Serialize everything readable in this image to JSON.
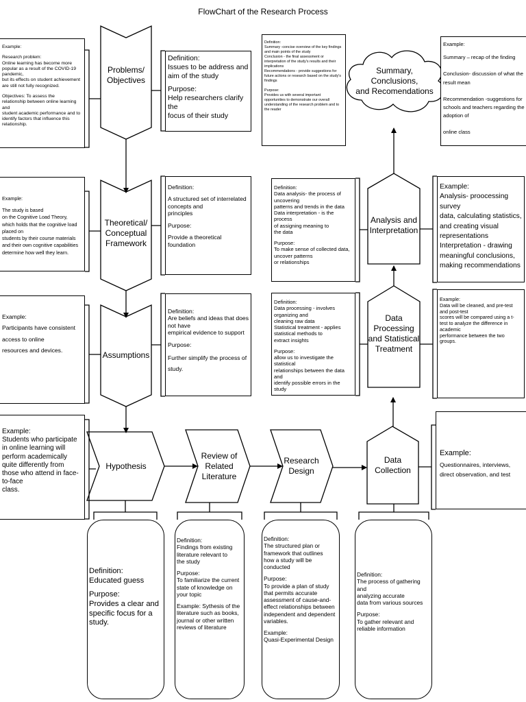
{
  "title": "FlowChart of the Research Process",
  "steps": {
    "problems": "Problems/\nObjectives",
    "theoretical": "Theoretical/\nConceptual\nFramework",
    "assumptions": "Assumptions",
    "hypothesis": "Hypothesis",
    "review": "Review of\nRelated\nLiterature",
    "design": "Research\nDesign",
    "collection": "Data\nCollection",
    "processing": "Data\nProcessing\nand Statistical\nTreatment",
    "analysis": "Analysis and\nInterpretation",
    "summary": "Summary,\nConclusions,\nand Recomendations"
  },
  "problems": {
    "example": {
      "title": "Example:",
      "problem_label": "Research problem:",
      "problem_text": "Online learning has become more\npopular as a result of the COVID-19\npandemic,\nbut its effects on student achievement\nare still not fully recognized.",
      "objectives": "Objectives: To assess the\nrelationship between online learning and\nstudent academic performance and to\nidentify factors that influence this\nrelationship."
    },
    "def": {
      "definition_label": "Definition:",
      "definition_text": "Issues to be address and\naim of the study",
      "purpose_label": "Purpose:",
      "purpose_text": "Help researchers clarify the\nfocus of their study"
    }
  },
  "theoretical": {
    "example": {
      "title": "Example:",
      "text": "The study is based\non the Cognitive Load Theory,\nwhich holds that the cognitive load\nplaced on\nstudents by their course materials\nand their own cognitive capabilities\ndetermine how well they learn."
    },
    "def": {
      "definition_label": "Definition:",
      "definition_text": "A structured set of interrelated\nconcepts and\nprinciples",
      "purpose_label": "Purpose:",
      "purpose_text": "Provide a theoretical foundation"
    }
  },
  "assumptions": {
    "example": {
      "title": "Example:",
      "text": "Participants have consistent\naccess to online\nresources and devices."
    },
    "def": {
      "definition_label": "Definition:",
      "definition_text": "Are beliefs and ideas that does\nnot have\nempirical evidence to support",
      "purpose_label": "Purpose:",
      "purpose_text": "Further simplify the process of\nstudy."
    }
  },
  "hypothesis": {
    "example": {
      "title": "Example:",
      "text": "Students who participate\nin online learning will\nperform academically\nquite differently from\nthose who attend in face-\nto-face\nclass."
    },
    "def": {
      "definition_label": "Definition:",
      "definition_text": "Educated guess",
      "purpose_label": "Purpose:",
      "purpose_text": "Provides a clear and\nspecific focus for a\nstudy."
    }
  },
  "review": {
    "def": {
      "definition_label": "Definition:",
      "definition_text": "Findings from existing\nliterature relevant to\nthe study",
      "purpose_label": "Purpose:",
      "purpose_text": "To familiarize the current\nstate of knowledge on\nyour topic",
      "example_text": "Example: Sythesis of the\nliterature such as books,\njournal or other written\nreviews of literature"
    }
  },
  "design": {
    "def": {
      "definition_label": "Definition:",
      "definition_text": "The structured plan or\nframework that outlines\nhow a study will be\nconducted",
      "purpose_label": "Purpose:",
      "purpose_text": "To provide a plan of study\nthat permits accurate\nassessment of cause-and-\neffect relationships between\nindependent and dependent\nvariables.",
      "example_label": "Example:",
      "example_text": "Quasi-Experimental Design"
    }
  },
  "collection": {
    "example": {
      "title": "Example:",
      "text": "Questionnaires, interviews,\ndirect observation, and test"
    },
    "def": {
      "definition_label": "Definition:",
      "definition_text": "The process of gathering and\nanalyzing accurate\ndata from various sources",
      "purpose_label": "Purpose:",
      "purpose_text": "To gather relevant and\nreliable information"
    }
  },
  "processing": {
    "example": {
      "title": "Example:",
      "text": "Data will be cleaned, and pre-test\nand post-test\nscores will be compared using a t-\ntest to analyze the difference in\nacademic\nperformance between the two\ngroups."
    },
    "def": {
      "definition_label": "Definition:",
      "definition_text": "Data processing - involves\norganizing and\ncleaning raw data\nStatistical treatment - applies\nstatistical methods to\nextract insights",
      "purpose_label": "Purpose:",
      "purpose_text": "allow us to investigate the statistical\nrelationships between the data and\nidentify possible errors in the study"
    }
  },
  "analysis": {
    "example": {
      "title": "Example:",
      "text": "Analysis- proocessing survey\ndata, calculating statistics,\nand creating visual\nrepresentations\nInterpretation - drawing\nmeaningful conclusions,\nmaking recommendations"
    },
    "def": {
      "definition_label": "Definition:",
      "definition_text": "Data analysis- the process of\nuncovering\npatterns and trends in the data\nData interpretation - is the process\nof assigning meaning to\nthe data",
      "purpose_label": "Purpose:",
      "purpose_text": "To make sense of collected data,\nuncover patterns\nor relationships"
    }
  },
  "summary": {
    "example": {
      "title": "Example:",
      "text": "Summary – recap of the finding\n\nConclusion- discussion of what the\nresult mean\n\nRecommendation -suggestions for\nschools and teachers regarding the\nadoption of\n\nonline class"
    },
    "def": {
      "definition_label": "Definition:",
      "definition_text": "Summary -concise overview of the key findings\nand main points of the study\nConclusion - the final assessment or\ninterpretation of the study's results and their\nimplications\nRecommendations - provide suggestions for\nfuture actions or research based on the study's\nfindings",
      "purpose_label": "Purpose:",
      "purpose_text": "Provides us with several important\nopportunities to demonstrate our overall\nunderstanding of the research problem and to\nthe reader"
    }
  }
}
